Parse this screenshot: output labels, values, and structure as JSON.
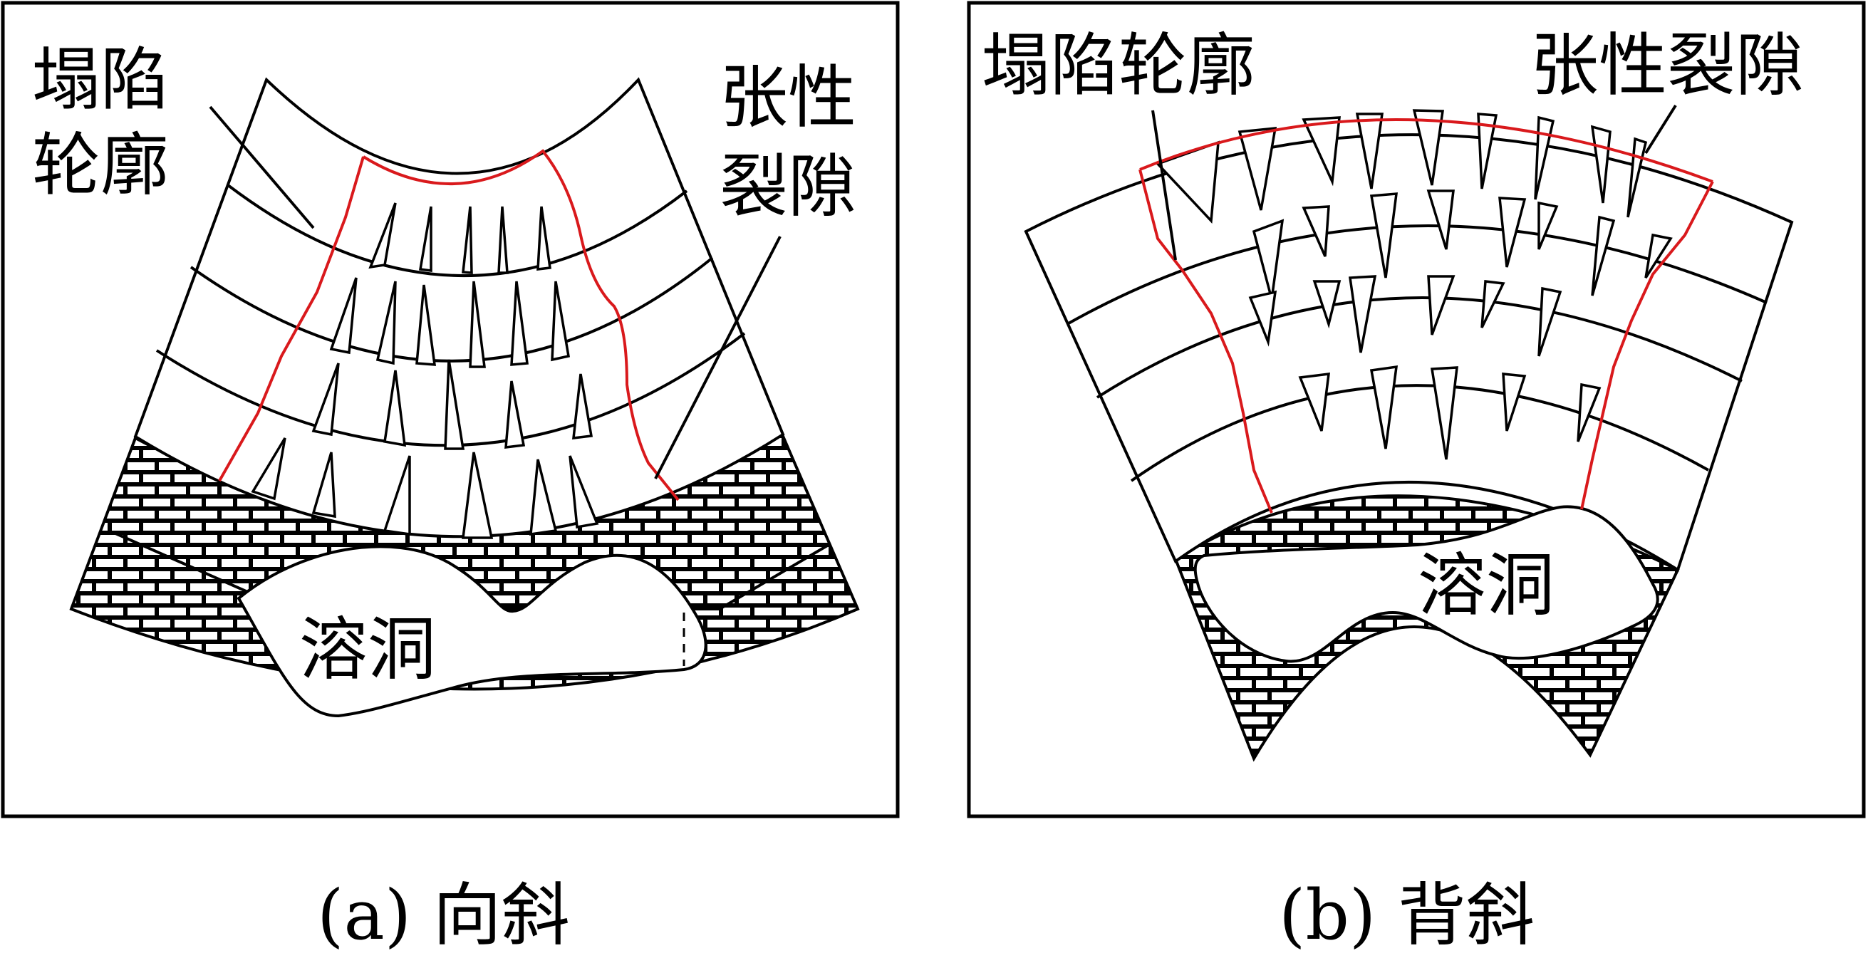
{
  "panels": [
    {
      "caption": "(a) 向斜",
      "label_collapse": [
        "塌陷",
        "轮廓"
      ],
      "label_fracture": [
        "张性",
        "裂隙"
      ],
      "label_cave": "溶洞"
    },
    {
      "caption": "(b) 背斜",
      "label_collapse": [
        "塌陷轮廓"
      ],
      "label_fracture": [
        "张性裂隙"
      ],
      "label_cave": "溶洞"
    }
  ],
  "colors": {
    "collapse_outline": "#d9191c",
    "lines": "#000000",
    "background": "#ffffff"
  }
}
